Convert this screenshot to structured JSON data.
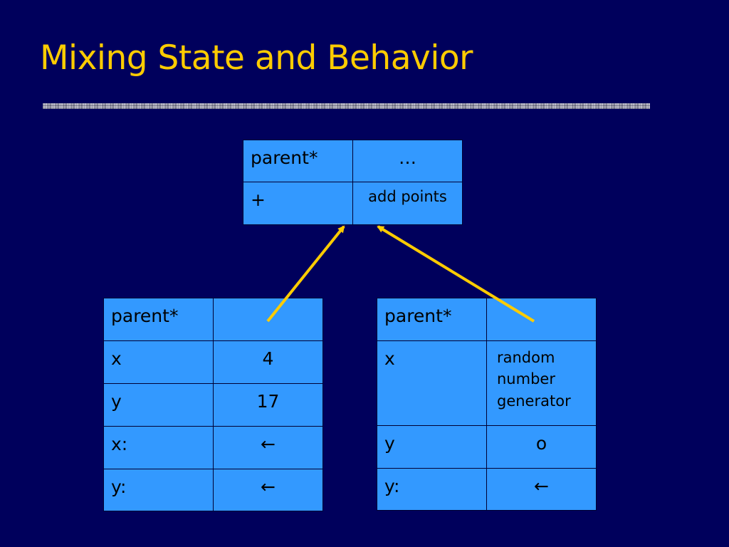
{
  "title": "Mixing State and Behavior",
  "colors": {
    "background": "#00005c",
    "title": "#ffcc00",
    "cell_fill": "#3399ff",
    "arrow": "#ffcc00"
  },
  "top_object": {
    "rows": [
      {
        "slot": "parent*",
        "value": "…"
      },
      {
        "slot": "+",
        "value": "add points"
      }
    ]
  },
  "left_object": {
    "rows": [
      {
        "slot": "parent*",
        "value": ""
      },
      {
        "slot": "x",
        "value": "4"
      },
      {
        "slot": "y",
        "value": "17"
      },
      {
        "slot": "x:",
        "value": "←"
      },
      {
        "slot": "y:",
        "value": "←"
      }
    ]
  },
  "right_object": {
    "rows": [
      {
        "slot": "parent*",
        "value": ""
      },
      {
        "slot": "x",
        "value": "random number generator"
      },
      {
        "slot": "y",
        "value": "o"
      },
      {
        "slot": "y:",
        "value": "←"
      }
    ]
  }
}
